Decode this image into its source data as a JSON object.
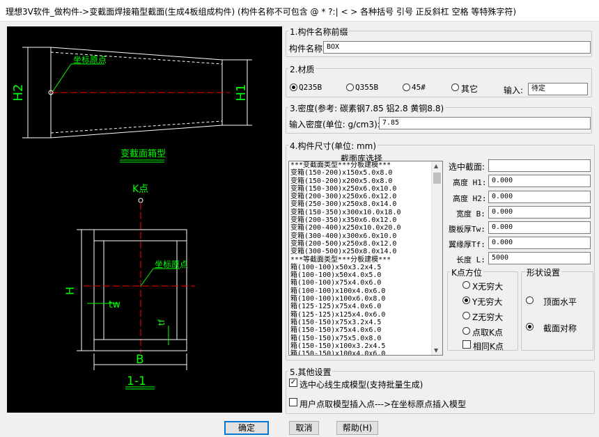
{
  "window": {
    "title": "理想3V软件_做构件->变截面焊接箱型截面(生成4板组成构件) (构件名称不可包含 @ * ?:| < > 各种括号 引号 正反斜杠 空格 等特殊字符)"
  },
  "drawing": {
    "top_label_h2": "H2",
    "top_label_h1": "H1",
    "top_origin_label": "坐标原点",
    "top_caption": "变截面箱型",
    "k_point_label": "K点",
    "bottom_origin_label": "坐标原点",
    "label_h": "H",
    "label_tw": "tw",
    "label_tf": "tf",
    "label_b": "B",
    "section_label": "1-1"
  },
  "section1": {
    "title": "1.构件名称前缀",
    "name_label": "构件名称",
    "name_value": "BOX"
  },
  "section2": {
    "title": "2.材质",
    "options": [
      "Q235B",
      "Q355B",
      "45#",
      "其它"
    ],
    "selected": "Q235B",
    "input_label": "输入:",
    "input_value": "待定"
  },
  "section3": {
    "title": "3.密度(参考: 碳素钢7.85  铝2.8 黄铜8.8)",
    "density_label": "输入密度(单位: g/cm3):",
    "density_value": "7.85"
  },
  "section4": {
    "title": "4.构件尺寸(单位: mm)",
    "library_label": "截面库选择",
    "library_items": [
      "***变截面类型***分板建模***",
      "变箱(150-200)x150x5.0x8.0",
      "变箱(150-200)x200x5.0x8.0",
      "变箱(150-300)x250x6.0x10.0",
      "变箱(200-300)x250x6.0x12.0",
      "变箱(250-300)x250x8.0x14.0",
      "变箱(150-350)x300x10.0x18.0",
      "变箱(200-350)x350x6.0x12.0",
      "变箱(200-400)x250x10.0x20.0",
      "变箱(300-400)x300x6.0x10.0",
      "变箱(200-500)x250x8.0x12.0",
      "变箱(300-500)x250x8.0x14.0",
      "***等截面类型***分板建模***",
      "箱(100-100)x50x3.2x4.5",
      "箱(100-100)x50x4.0x5.0",
      "箱(100-100)x75x4.0x6.0",
      "箱(100-100)x100x4.0x6.0",
      "箱(100-100)x100x6.0x8.0",
      "箱(125-125)x75x4.0x6.0",
      "箱(125-125)x125x4.0x6.0",
      "箱(150-150)x75x3.2x4.5",
      "箱(150-150)x75x4.0x6.0",
      "箱(150-150)x75x5.0x8.0",
      "箱(150-150)x100x3.2x4.5",
      "箱(150-150)x100x4.0x6.0"
    ],
    "fields": [
      {
        "label": "选中截面:",
        "value": ""
      },
      {
        "label": "高度 H1:",
        "value": "0.000"
      },
      {
        "label": "高度 H2:",
        "value": "0.000"
      },
      {
        "label": "宽度 B:",
        "value": "0.000"
      },
      {
        "label": "腹板厚Tw:",
        "value": "0.000"
      },
      {
        "label": "翼缘厚Tf:",
        "value": "0.000"
      },
      {
        "label": "长度 L:",
        "value": "5000"
      }
    ],
    "k_group_title": "K点方位",
    "k_options": [
      "X无穷大",
      "Y无穷大",
      "Z无穷大",
      "点取K点"
    ],
    "k_selected": "Y无穷大",
    "k_same_label": "相同K点",
    "shape_group_title": "形状设置",
    "shape_options": [
      "顶面水平",
      "截面对称"
    ],
    "shape_selected": "截面对称"
  },
  "section5": {
    "title": "5.其他设置",
    "check1_label": "选中心线生成模型(支持批量生成)",
    "check1_checked": true,
    "check2_label": "用户点取模型插入点--->在坐标原点插入模型",
    "check2_checked": false
  },
  "buttons": {
    "ok": "确定",
    "cancel": "取消",
    "help": "帮助(H)"
  },
  "colors": {
    "canvas_bg": "#000000",
    "drawing_line": "#ffffff",
    "annotation": "#00ff00",
    "centerline": "#ff0000"
  }
}
